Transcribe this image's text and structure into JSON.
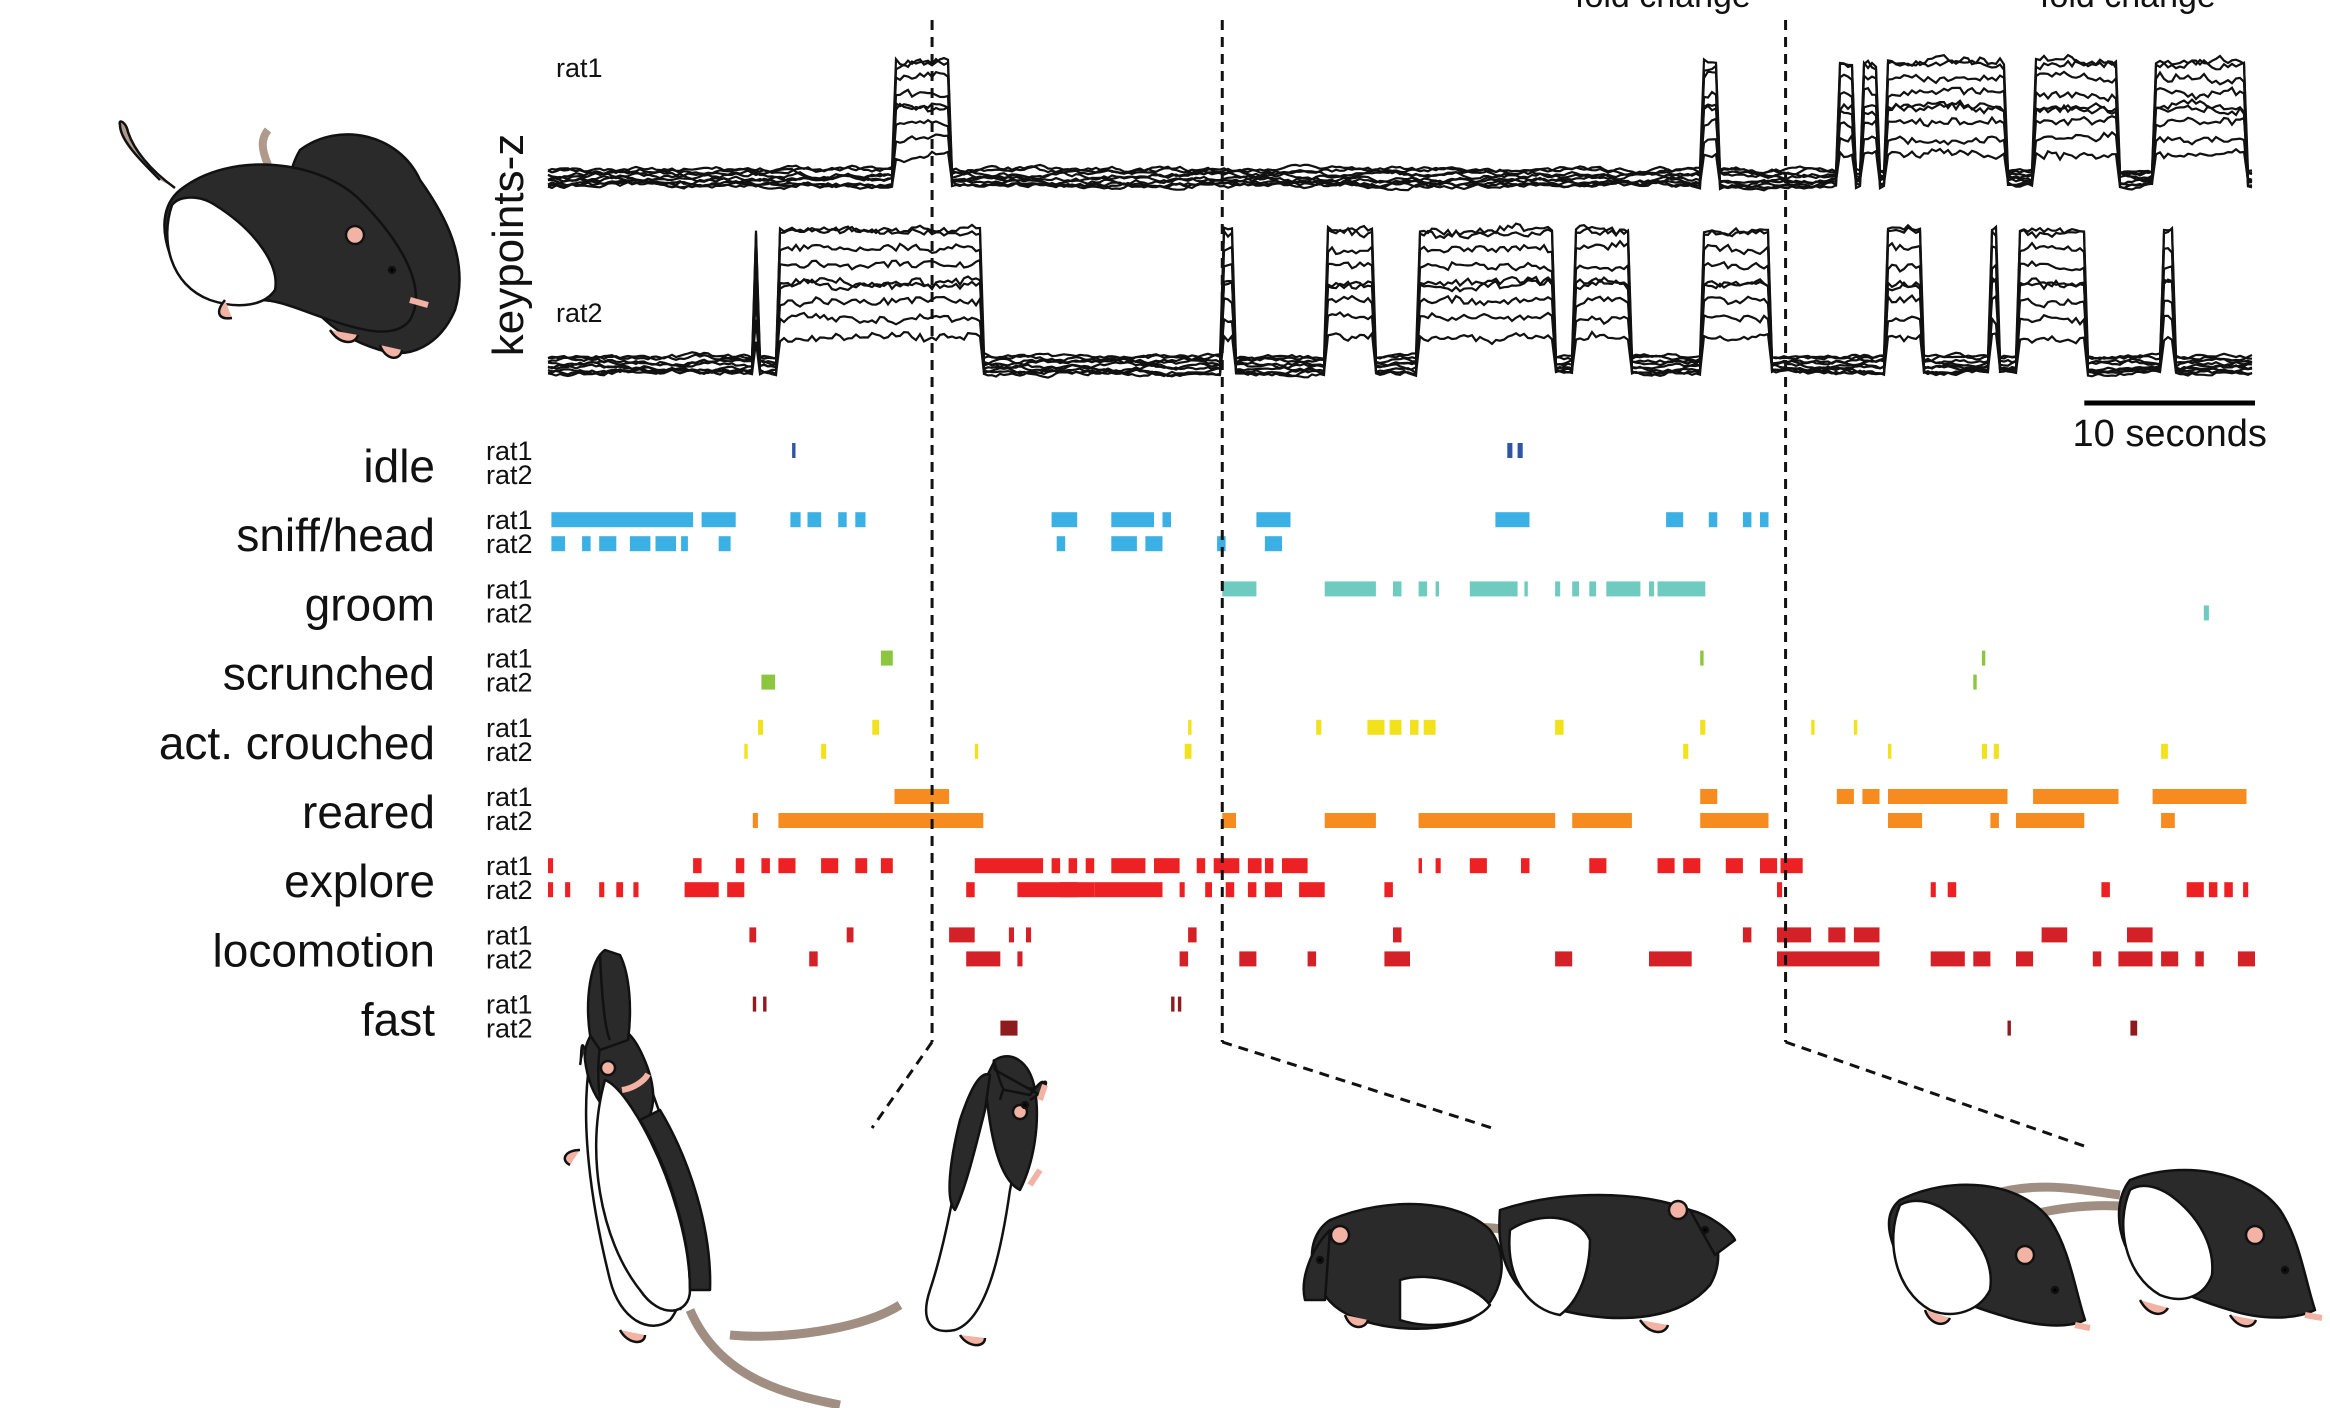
{
  "chart_data": {
    "type": "ethogram",
    "panel_text": {
      "top_left_cut": "fold change",
      "top_right_cut": "fold change",
      "y_title": "keypoints-z",
      "trace_rat1": "rat1",
      "trace_rat2": "rat2",
      "scale_bar": "10 seconds"
    },
    "scale_bar_seconds": 10,
    "x_range_seconds": [
      0,
      100
    ],
    "event_markers_seconds": [
      22.5,
      39.5,
      72.5
    ],
    "behaviors": [
      {
        "name": "idle",
        "color": "#2f55a4",
        "rat1": [
          [
            14.3,
            14.5
          ],
          [
            56.2,
            56.5
          ],
          [
            56.8,
            57.1
          ]
        ],
        "rat2": []
      },
      {
        "name": "sniff/head",
        "color": "#3ab0e4",
        "rat1": [
          [
            0.2,
            8.5
          ],
          [
            9,
            11
          ],
          [
            14.2,
            14.8
          ],
          [
            15.2,
            16
          ],
          [
            17,
            17.5
          ],
          [
            18,
            18.6
          ],
          [
            29.5,
            31
          ],
          [
            33,
            35.5
          ],
          [
            36,
            36.5
          ],
          [
            41.5,
            43.5
          ],
          [
            55.5,
            57.5
          ],
          [
            65.5,
            66.5
          ],
          [
            68,
            68.5
          ],
          [
            70,
            70.5
          ],
          [
            71,
            71.5
          ]
        ],
        "rat2": [
          [
            0.2,
            1
          ],
          [
            2,
            2.5
          ],
          [
            3,
            4
          ],
          [
            4.8,
            6
          ],
          [
            6.3,
            7.5
          ],
          [
            7.8,
            8.2
          ],
          [
            10,
            10.7
          ],
          [
            29.8,
            30.3
          ],
          [
            33,
            34.5
          ],
          [
            35,
            36
          ],
          [
            39.2,
            39.7
          ],
          [
            42,
            43
          ]
        ]
      },
      {
        "name": "groom",
        "color": "#6fcbc0",
        "rat1": [
          [
            39.5,
            41.5
          ],
          [
            45.5,
            48.5
          ],
          [
            49.5,
            50
          ],
          [
            51,
            51.5
          ],
          [
            52,
            52.2
          ],
          [
            54,
            56.8
          ],
          [
            57.2,
            57.4
          ],
          [
            59,
            59.3
          ],
          [
            60,
            60.4
          ],
          [
            61,
            61.4
          ],
          [
            62,
            64
          ],
          [
            64.5,
            64.8
          ],
          [
            65,
            67.8
          ]
        ],
        "rat2": [
          [
            97,
            97.3
          ]
        ]
      },
      {
        "name": "scrunched",
        "color": "#8cc63e",
        "rat1": [
          [
            19.5,
            20.2
          ],
          [
            67.5,
            67.7
          ],
          [
            84,
            84.2
          ]
        ],
        "rat2": [
          [
            12.5,
            13.3
          ],
          [
            83.5,
            83.7
          ]
        ]
      },
      {
        "name": "act. crouched",
        "color": "#f2e21b",
        "rat1": [
          [
            12.3,
            12.6
          ],
          [
            19,
            19.4
          ],
          [
            37.5,
            37.7
          ],
          [
            45,
            45.3
          ],
          [
            48,
            49
          ],
          [
            49.3,
            50
          ],
          [
            50.5,
            51
          ],
          [
            51.3,
            52
          ],
          [
            59,
            59.5
          ],
          [
            67.5,
            67.8
          ],
          [
            74,
            74.2
          ],
          [
            76.5,
            76.7
          ]
        ],
        "rat2": [
          [
            11.5,
            11.7
          ],
          [
            16,
            16.3
          ],
          [
            25,
            25.2
          ],
          [
            37.3,
            37.7
          ],
          [
            66.5,
            66.8
          ],
          [
            78.5,
            78.7
          ],
          [
            84,
            84.3
          ],
          [
            84.7,
            85
          ],
          [
            94.5,
            94.9
          ]
        ]
      },
      {
        "name": "reared",
        "color": "#f68b1f",
        "rat1": [
          [
            20.3,
            23.5
          ],
          [
            67.5,
            68.5
          ],
          [
            75.5,
            76.5
          ],
          [
            77,
            78
          ],
          [
            78.5,
            85.5
          ],
          [
            87,
            92
          ],
          [
            94,
            99.5
          ]
        ],
        "rat2": [
          [
            12,
            12.3
          ],
          [
            13.5,
            18
          ],
          [
            17.5,
            25.5
          ],
          [
            39.5,
            40.3
          ],
          [
            45.5,
            48.5
          ],
          [
            51,
            59
          ],
          [
            60,
            63.5
          ],
          [
            67.5,
            71.5
          ],
          [
            78.5,
            80.5
          ],
          [
            84.5,
            85
          ],
          [
            86,
            90
          ],
          [
            94.5,
            95.3
          ]
        ]
      },
      {
        "name": "explore",
        "color": "#ed2024",
        "rat1": [
          [
            0,
            0.3
          ],
          [
            8.5,
            9
          ],
          [
            11,
            11.5
          ],
          [
            12.5,
            13
          ],
          [
            13.5,
            14.5
          ],
          [
            16,
            17
          ],
          [
            18,
            18.7
          ],
          [
            19.5,
            20.2
          ],
          [
            25,
            29
          ],
          [
            29.5,
            30
          ],
          [
            30.5,
            31
          ],
          [
            31.5,
            32
          ],
          [
            33,
            35
          ],
          [
            35.5,
            36
          ],
          [
            35.9,
            37
          ],
          [
            38,
            38.5
          ],
          [
            39,
            40.5
          ],
          [
            41,
            41.8
          ],
          [
            42,
            42.5
          ],
          [
            43,
            44.5
          ],
          [
            51,
            51.2
          ],
          [
            52,
            52.3
          ],
          [
            54,
            55
          ],
          [
            57,
            57.5
          ],
          [
            61,
            62
          ],
          [
            65,
            66
          ],
          [
            66.5,
            67.5
          ],
          [
            69,
            70
          ],
          [
            71,
            72
          ],
          [
            72.2,
            73.5
          ]
        ],
        "rat2": [
          [
            0,
            0.3
          ],
          [
            1,
            1.3
          ],
          [
            3,
            3.3
          ],
          [
            4,
            4.4
          ],
          [
            5,
            5.3
          ],
          [
            8,
            10
          ],
          [
            10.5,
            11.5
          ],
          [
            24.5,
            25
          ],
          [
            27.5,
            32
          ],
          [
            30,
            31
          ],
          [
            32,
            36
          ],
          [
            37,
            37.3
          ],
          [
            38.5,
            38.9
          ],
          [
            39.7,
            40.2
          ],
          [
            41,
            41.5
          ],
          [
            42,
            43
          ],
          [
            44,
            45.5
          ],
          [
            49,
            49.5
          ],
          [
            72,
            72.3
          ],
          [
            81,
            81.3
          ],
          [
            82,
            82.5
          ],
          [
            91,
            91.5
          ],
          [
            96,
            97
          ],
          [
            97.3,
            97.8
          ],
          [
            98.2,
            98.7
          ],
          [
            99.3,
            99.6
          ]
        ]
      },
      {
        "name": "locomotion",
        "color": "#d42027",
        "rat1": [
          [
            11.8,
            12.2
          ],
          [
            17.5,
            17.9
          ],
          [
            23.5,
            25
          ],
          [
            27,
            27.3
          ],
          [
            28,
            28.3
          ],
          [
            37.5,
            38
          ],
          [
            49.5,
            50
          ],
          [
            70,
            70.5
          ],
          [
            72,
            74
          ],
          [
            75,
            76
          ],
          [
            76.5,
            78
          ],
          [
            87.5,
            89
          ],
          [
            92.5,
            94
          ]
        ],
        "rat2": [
          [
            15.3,
            15.8
          ],
          [
            24.5,
            26.5
          ],
          [
            27.5,
            27.8
          ],
          [
            37,
            37.5
          ],
          [
            40.5,
            41.5
          ],
          [
            44.5,
            45
          ],
          [
            49,
            50.5
          ],
          [
            59,
            60
          ],
          [
            64.5,
            67
          ],
          [
            72,
            78
          ],
          [
            81,
            83
          ],
          [
            83.5,
            84.5
          ],
          [
            86,
            87
          ],
          [
            90.5,
            91
          ],
          [
            92,
            94
          ],
          [
            94.5,
            95.5
          ],
          [
            96.5,
            97
          ],
          [
            99,
            100
          ]
        ]
      },
      {
        "name": "fast",
        "color": "#8e1b1e",
        "rat1": [
          [
            12,
            12.2
          ],
          [
            12.6,
            12.8
          ],
          [
            36.5,
            36.7
          ],
          [
            36.9,
            37.1
          ]
        ],
        "rat2": [
          [
            26.5,
            27.5
          ],
          [
            85.5,
            85.7
          ],
          [
            92.7,
            93.1
          ]
        ]
      }
    ]
  }
}
